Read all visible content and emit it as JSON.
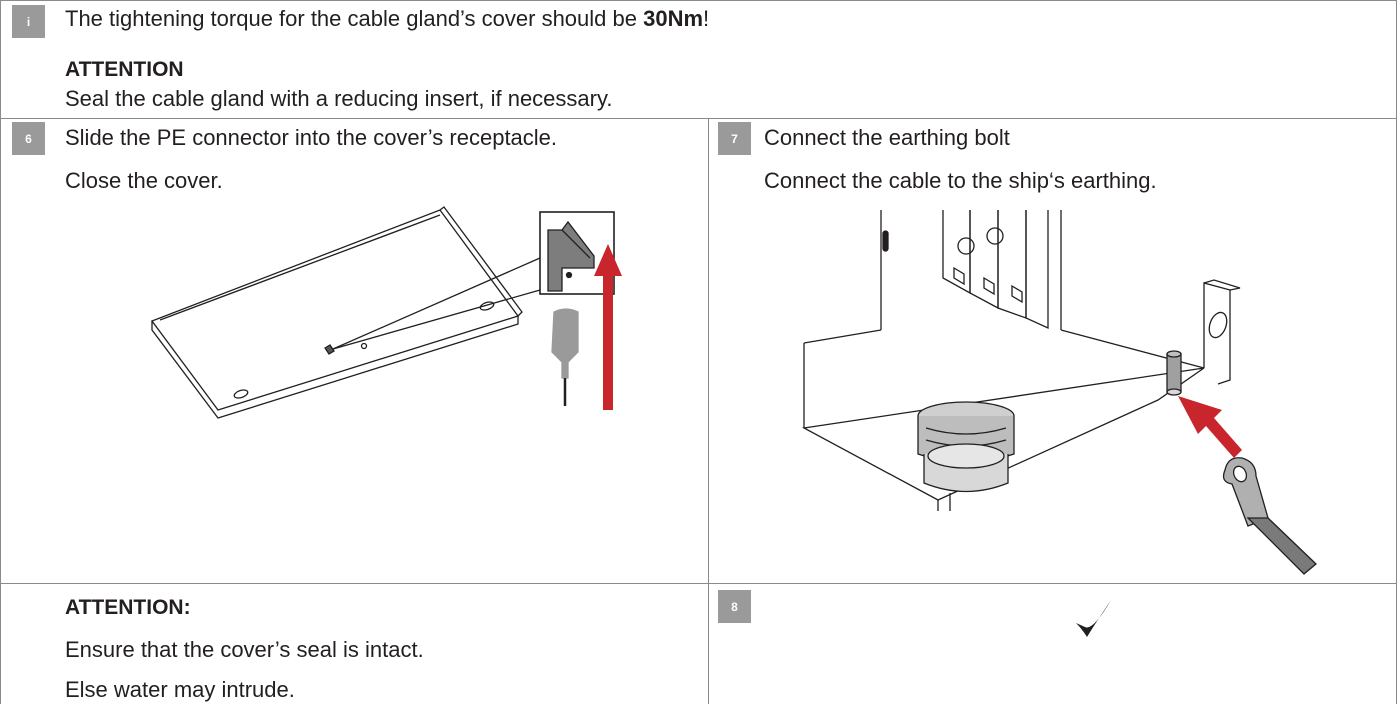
{
  "info_block": {
    "badge": "i",
    "torque_text_before": "The tightening torque for the cable gland’s cover should be ",
    "torque_value": "30Nm",
    "torque_text_after": "!",
    "attention_heading": "ATTENTION",
    "attention_text": "Seal the cable gland with a reducing insert, if necessary."
  },
  "steps": [
    {
      "number": "6",
      "line1": "Slide the PE connector into the cover’s receptacle.",
      "line2": "Close the cover.",
      "illustration": "cover-pe-connector-illustration"
    },
    {
      "number": "7",
      "line1": "Connect the earthing bolt",
      "line2": "Connect the cable to the ship‘s earthing.",
      "illustration": "earthing-bolt-illustration"
    },
    {
      "number": "8",
      "check_icon": "checkmark-icon"
    }
  ],
  "bottom_note": {
    "heading": "ATTENTION:",
    "line1": "Ensure that the cover’s seal is intact.",
    "line2": "Else water may intrude."
  },
  "colors": {
    "badge": "#9a9a9a",
    "arrow": "#c8252c",
    "grid": "#8a8a8a",
    "text": "#231f20"
  }
}
